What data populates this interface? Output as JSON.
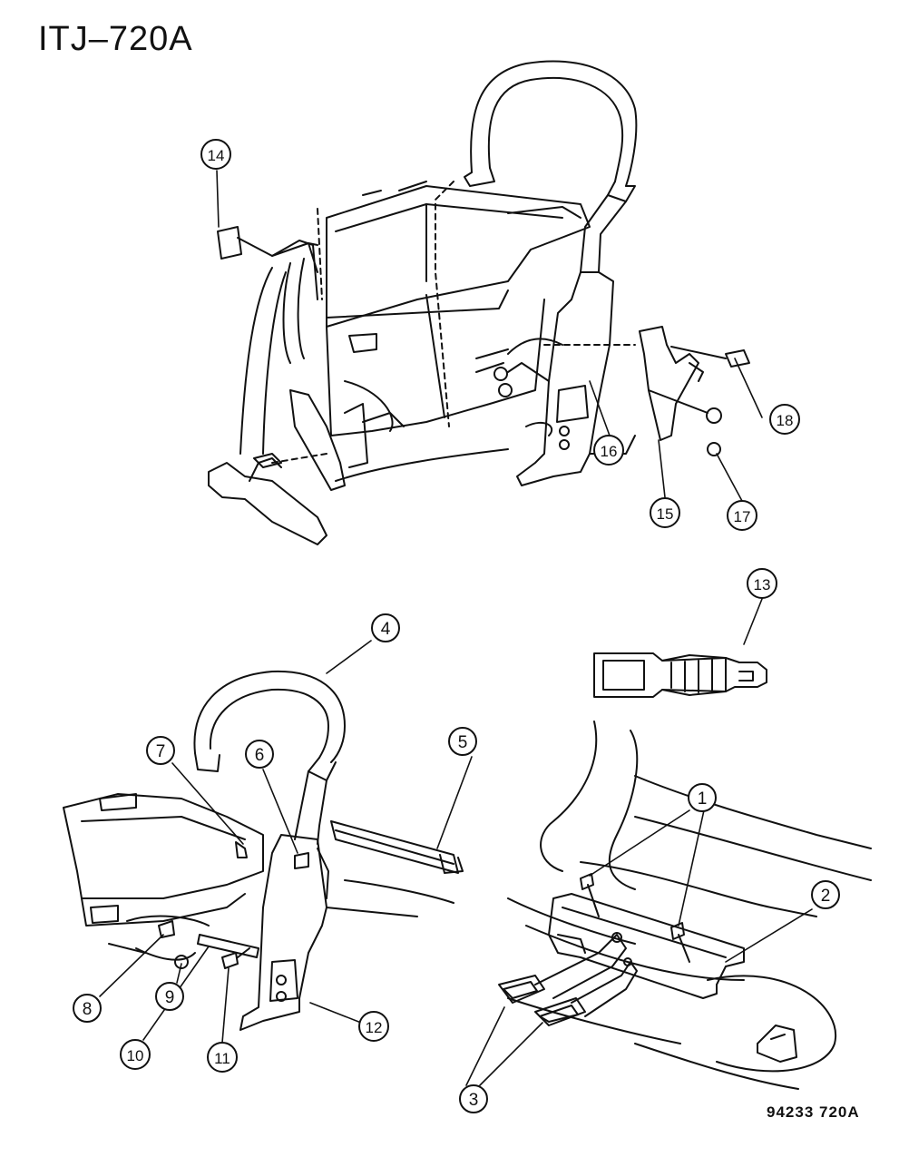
{
  "header": {
    "diagram_code": "ITJ–720A"
  },
  "footer": {
    "ref_code": "94233  720A"
  },
  "callouts": [
    {
      "id": "c1",
      "label": "1"
    },
    {
      "id": "c2",
      "label": "2"
    },
    {
      "id": "c3",
      "label": "3"
    },
    {
      "id": "c4",
      "label": "4"
    },
    {
      "id": "c5",
      "label": "5"
    },
    {
      "id": "c6",
      "label": "6"
    },
    {
      "id": "c7",
      "label": "7"
    },
    {
      "id": "c8",
      "label": "8"
    },
    {
      "id": "c9",
      "label": "9"
    },
    {
      "id": "c10",
      "label": "10"
    },
    {
      "id": "c11",
      "label": "11"
    },
    {
      "id": "c12",
      "label": "12"
    },
    {
      "id": "c13",
      "label": "13"
    },
    {
      "id": "c14",
      "label": "14"
    },
    {
      "id": "c15",
      "label": "15"
    },
    {
      "id": "c16",
      "label": "16"
    },
    {
      "id": "c17",
      "label": "17"
    },
    {
      "id": "c18",
      "label": "18"
    }
  ],
  "colors": {
    "ink": "#111111",
    "paper": "#ffffff"
  }
}
